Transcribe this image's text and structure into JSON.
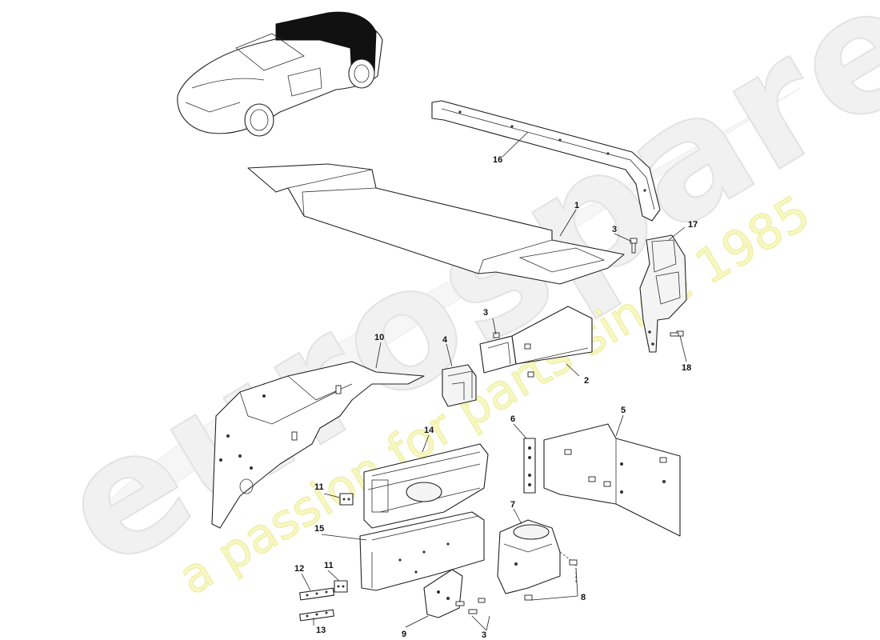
{
  "watermark": {
    "brand": "eurospares",
    "tagline": "a passion for parts since 1985"
  },
  "callouts": [
    {
      "id": "label-1",
      "text": "1"
    },
    {
      "id": "label-2",
      "text": "2"
    },
    {
      "id": "label-3a",
      "text": "3"
    },
    {
      "id": "label-3b",
      "text": "3"
    },
    {
      "id": "label-3c",
      "text": "3"
    },
    {
      "id": "label-4",
      "text": "4"
    },
    {
      "id": "label-5",
      "text": "5"
    },
    {
      "id": "label-6",
      "text": "6"
    },
    {
      "id": "label-7",
      "text": "7"
    },
    {
      "id": "label-8",
      "text": "8"
    },
    {
      "id": "label-9",
      "text": "9"
    },
    {
      "id": "label-10",
      "text": "10"
    },
    {
      "id": "label-11a",
      "text": "11"
    },
    {
      "id": "label-11b",
      "text": "11"
    },
    {
      "id": "label-12",
      "text": "12"
    },
    {
      "id": "label-13",
      "text": "13"
    },
    {
      "id": "label-14",
      "text": "14"
    },
    {
      "id": "label-15",
      "text": "15"
    },
    {
      "id": "label-16",
      "text": "16"
    },
    {
      "id": "label-17",
      "text": "17"
    },
    {
      "id": "label-18",
      "text": "18"
    }
  ]
}
